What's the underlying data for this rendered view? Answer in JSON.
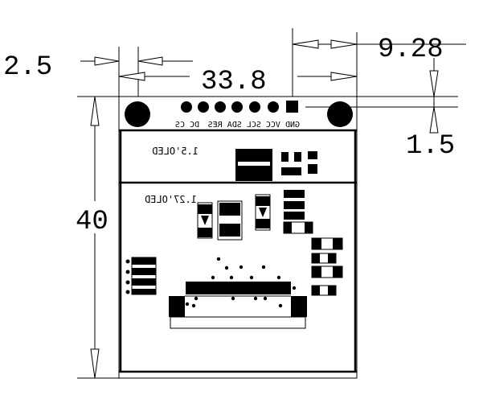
{
  "dimensions": {
    "left_margin": "2.5",
    "width": "33.8",
    "right_offset": "9.28",
    "top_offset": "1.5",
    "height": "40"
  },
  "pin_labels": {
    "right": "GND VCC SCL SDA RES",
    "left": "DC CS"
  },
  "board_labels": {
    "top": "1.5'OLED",
    "bottom": "1.27'OLED"
  }
}
